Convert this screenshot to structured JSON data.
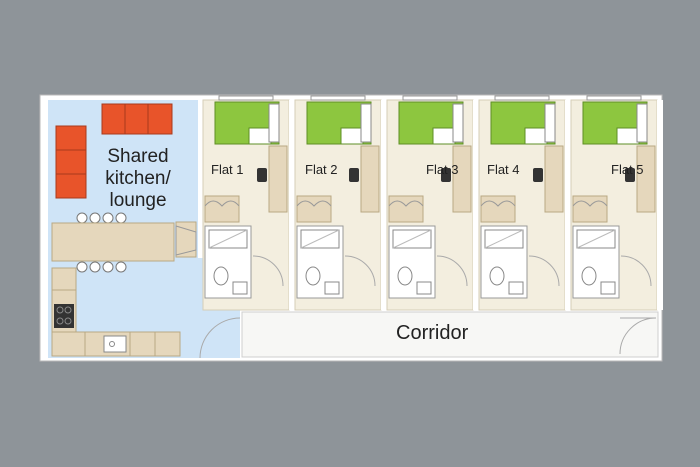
{
  "kitchen": {
    "line1": "Shared",
    "line2": "kitchen/",
    "line3": "lounge"
  },
  "corridor": {
    "label": "Corridor"
  },
  "flats": [
    {
      "label": "Flat 1"
    },
    {
      "label": "Flat 2"
    },
    {
      "label": "Flat 3"
    },
    {
      "label": "Flat 4"
    },
    {
      "label": "Flat 5"
    }
  ],
  "colors": {
    "background": "#8e9499",
    "kitchen_floor": "#cfe4f7",
    "flat_floor": "#f3eedf",
    "wall": "#ffffff",
    "bed": "#8dc63f",
    "sofa": "#e8542a",
    "counter": "#e5d7bc",
    "corridor": "#f7f7f5"
  }
}
